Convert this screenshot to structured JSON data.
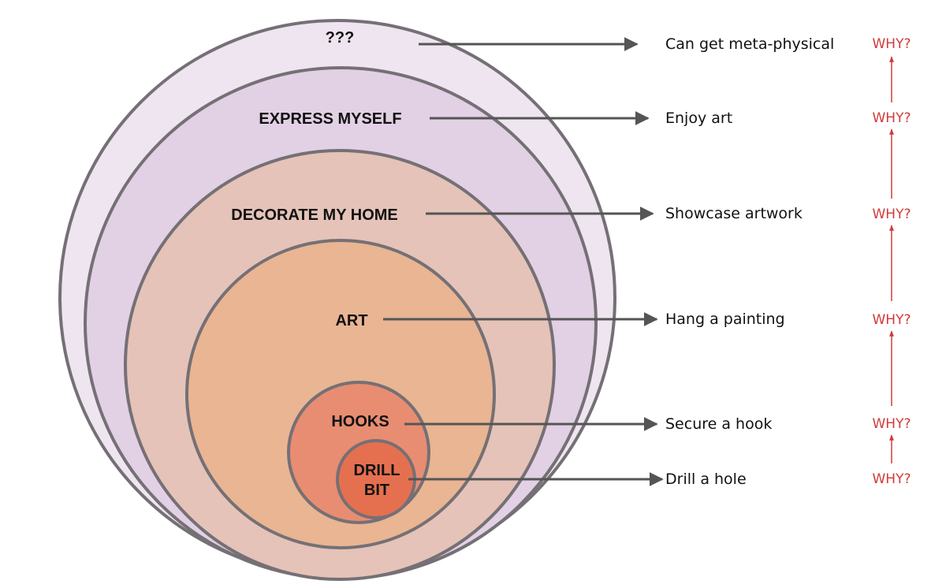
{
  "levels": [
    {
      "label": "???",
      "description": "Can get meta-physical",
      "why": "WHY?",
      "fill": "#efe5f0"
    },
    {
      "label": "EXPRESS MYSELF",
      "description": "Enjoy art",
      "why": "WHY?",
      "fill": "#e2d0e4"
    },
    {
      "label": "DECORATE MY HOME",
      "description": "Showcase artwork",
      "why": "WHY?",
      "fill": "#e5c3b8"
    },
    {
      "label": "ART",
      "description": "Hang a painting",
      "why": "WHY?",
      "fill": "#e9b593"
    },
    {
      "label": "HOOKS",
      "description": "Secure a hook",
      "why": "WHY?",
      "fill": "#e88d72"
    },
    {
      "label_lines": [
        "DRILL",
        "BIT"
      ],
      "description": "Drill a hole",
      "why": "WHY?",
      "fill": "#e5704f"
    }
  ],
  "colors": {
    "circle_stroke": "#757075",
    "arrow": "#555555",
    "why_text": "#d23a3a"
  }
}
